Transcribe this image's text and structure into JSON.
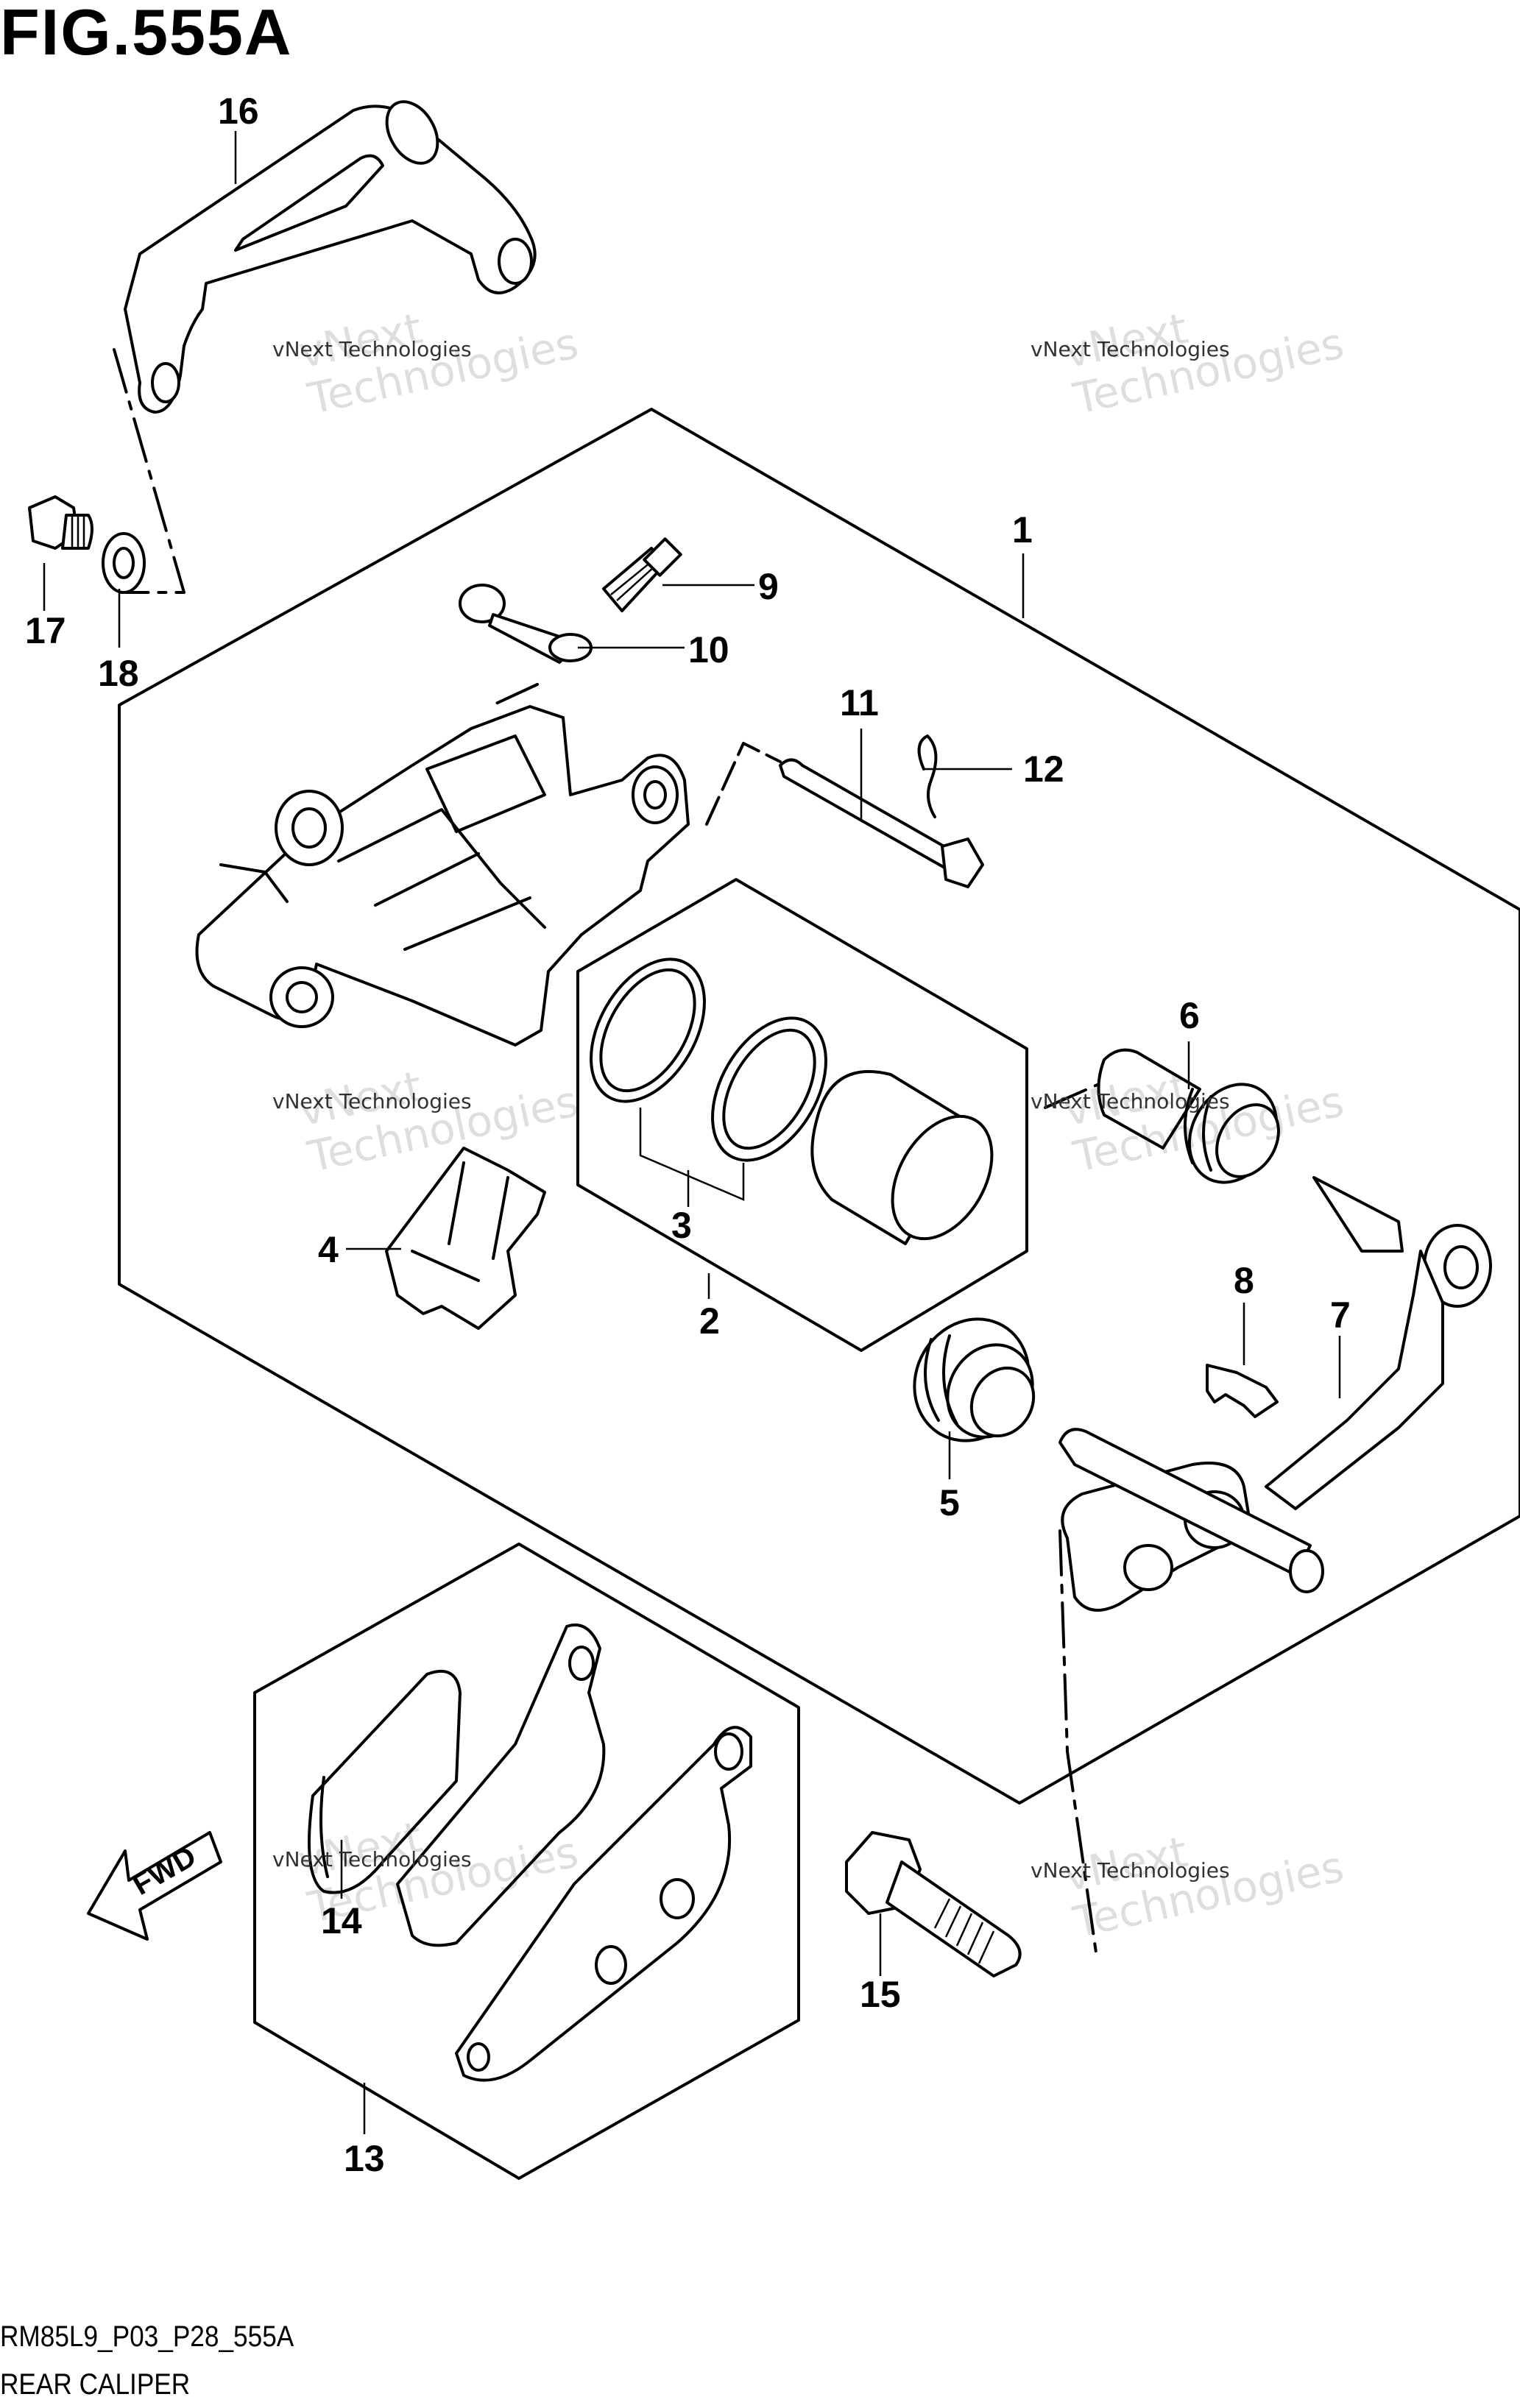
{
  "title": "FIG.555A",
  "callouts": {
    "c1": "1",
    "c2": "2",
    "c3": "3",
    "c4": "4",
    "c5": "5",
    "c6": "6",
    "c7": "7",
    "c8": "8",
    "c9": "9",
    "c10": "10",
    "c11": "11",
    "c12": "12",
    "c13": "13",
    "c14": "14",
    "c15": "15",
    "c16": "16",
    "c17": "17",
    "c18": "18"
  },
  "fwd_label": "FWD",
  "watermark": {
    "small": "vNext Technologies",
    "line1": "vNext",
    "line2": "Technologies"
  },
  "footer": {
    "code": "RM85L9_P03_P28_555A",
    "caption": "REAR CALIPER"
  }
}
